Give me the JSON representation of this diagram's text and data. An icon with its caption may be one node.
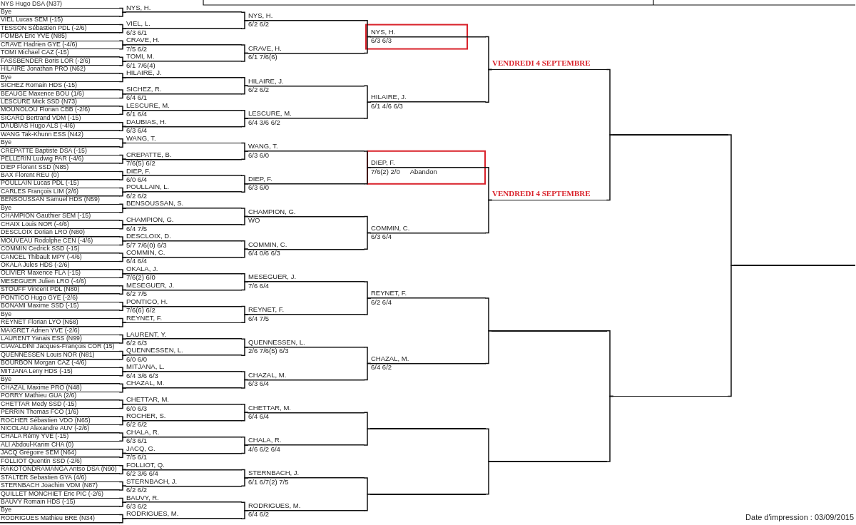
{
  "diagram": {
    "nodes": [
      {
        "text": [
          "NYS Hugo DSA (N37)"
        ]
      },
      {
        "text": [
          "Bye"
        ]
      },
      {
        "text": [
          "VIEL Lucas SEM (-15)"
        ]
      },
      {
        "text": [
          "TESSON Sébastien PDL (-2/6)"
        ]
      },
      {
        "text": [
          "FOMBA Eric YVE (N85)"
        ]
      },
      {
        "text": [
          "CRAVE Hadrien GYE (-4/6)"
        ]
      },
      {
        "text": [
          "TOMI Michael CAZ (-15)"
        ]
      },
      {
        "text": [
          "FASSBENDER Boris LOR (-2/6)"
        ]
      },
      {
        "text": [
          "HILAIRE Jonathan PRO (N62)"
        ]
      },
      {
        "text": [
          "Bye"
        ]
      },
      {
        "text": [
          "SICHEZ Romain HDS (-15)"
        ]
      },
      {
        "text": [
          "BEAUGE Maxence BOU (1/6)"
        ]
      },
      {
        "text": [
          "LESCURE Mick SSD (N73)"
        ]
      },
      {
        "text": [
          "MOUNOLOU Florian CBB (-2/6)"
        ]
      },
      {
        "text": [
          "SICARD Bertrand VDM (-15)"
        ]
      },
      {
        "text": [
          "DAUBIAS Hugo ALS (-4/6)"
        ]
      },
      {
        "text": [
          "WANG Tak-Khunn ESS (N42)"
        ]
      },
      {
        "text": [
          "Bye"
        ]
      },
      {
        "text": [
          "CREPATTE Baptiste DSA (-15)"
        ]
      },
      {
        "text": [
          "PELLERIN Ludwig PAR (-4/6)"
        ]
      },
      {
        "text": [
          "DIEP Florent SSD (N85)"
        ]
      },
      {
        "text": [
          "BAX Florent REU (0)"
        ]
      },
      {
        "text": [
          "POULLAIN Lucas PDL (-15)"
        ]
      },
      {
        "text": [
          "CARLES François LIM (2/6)"
        ]
      },
      {
        "text": [
          "BENSOUSSAN Samuel HDS (N59)"
        ]
      },
      {
        "text": [
          "Bye"
        ]
      },
      {
        "text": [
          "CHAMPION Gauthier SEM (-15)"
        ]
      },
      {
        "text": [
          "CHAIX Louis NOR (-4/6)"
        ]
      },
      {
        "text": [
          "DESCLOIX Dorian LRO (N80)"
        ]
      },
      {
        "text": [
          "MOUVEAU Rodolphe CEN (-4/6)"
        ]
      },
      {
        "text": [
          "COMMIN Cedrick SSD (-15)"
        ]
      },
      {
        "text": [
          "CANCEL Thibault MPY (-4/6)"
        ]
      },
      {
        "text": [
          "OKALA Jules HDS (-2/6)"
        ]
      },
      {
        "text": [
          "OLIVIER Maxence FLA (-15)"
        ]
      },
      {
        "text": [
          "MESEGUER Julien LRO (-4/6)"
        ]
      },
      {
        "text": [
          "STOUFF Vincent PDL (N80)"
        ]
      },
      {
        "text": [
          "PONTICO Hugo GYE (-2/6)"
        ]
      },
      {
        "text": [
          "BONAMI Maxime SSD (-15)"
        ]
      },
      {
        "text": [
          "Bye"
        ]
      },
      {
        "text": [
          "REYNET Florian LYO (N58)"
        ]
      },
      {
        "text": [
          "MAIGRET Adrien YVE (-2/6)"
        ]
      },
      {
        "text": [
          "LAURENT Yanais ESS (N99)"
        ]
      },
      {
        "text": [
          "CIAVALDINI Jacques-François COR (15)"
        ]
      },
      {
        "text": [
          "QUENNESSEN Louis NOR (N81)"
        ]
      },
      {
        "text": [
          "BOURBON Morgan CAZ (-4/6)"
        ]
      },
      {
        "text": [
          "MITJANA Leny HDS (-15)"
        ]
      },
      {
        "text": [
          "Bye"
        ]
      },
      {
        "text": [
          "CHAZAL Maxime PRO (N48)"
        ]
      },
      {
        "text": [
          "PORRY Mathieu GUA (2/6)"
        ]
      },
      {
        "text": [
          "CHETTAR Medy SSD (-15)"
        ]
      },
      {
        "text": [
          "PERRIN Thomas FCO (1/6)"
        ]
      },
      {
        "text": [
          "ROCHER Sébastien VDO (N65)"
        ]
      },
      {
        "text": [
          "NICOLAU Alexandre AUV (-2/6)"
        ]
      },
      {
        "text": [
          "CHALA Rémy YVE (-15)"
        ]
      },
      {
        "text": [
          "ALI Abdoul-Karim CHA (0)"
        ]
      },
      {
        "text": [
          "JACQ Grégoire SEM (N64)"
        ]
      },
      {
        "text": [
          "FOLLIOT Quentin SSD (-2/6)"
        ]
      },
      {
        "text": [
          "RAKOTONDRAMANGA Antso DSA (N90)"
        ]
      },
      {
        "text": [
          "STALTER Sebastien GYA (4/6)"
        ]
      },
      {
        "text": [
          "STERNBACH Joachim VDM (N87)"
        ]
      },
      {
        "text": [
          "QUILLET MONCHIET Eric PIC (-2/6)"
        ]
      },
      {
        "text": [
          "BAUVY Romain HDS (-15)"
        ]
      },
      {
        "text": [
          "Bye"
        ]
      },
      {
        "text": [
          "RODRIGUES Mathieu BRE (N34)"
        ]
      },
      {
        "text": [
          "NYS, H."
        ]
      },
      {
        "text": [
          "VIEL, L.",
          "6/3 6/1"
        ]
      },
      {
        "text": [
          "CRAVE, H.",
          "7/5 6/2"
        ]
      },
      {
        "text": [
          "TOMI, M.",
          "6/1 7/6(4)"
        ]
      },
      {
        "text": [
          "HILAIRE, J."
        ]
      },
      {
        "text": [
          "SICHEZ, R.",
          "6/4 6/1"
        ]
      },
      {
        "text": [
          "LESCURE, M.",
          "6/1 6/4"
        ]
      },
      {
        "text": [
          "DAUBIAS, H.",
          "6/3 6/4"
        ]
      },
      {
        "text": [
          "WANG, T."
        ]
      },
      {
        "text": [
          "CREPATTE, B.",
          "7/6(5) 6/2"
        ]
      },
      {
        "text": [
          "DIEP, F.",
          "6/0 6/4"
        ]
      },
      {
        "text": [
          "POULLAIN, L.",
          "6/2 6/2"
        ]
      },
      {
        "text": [
          "BENSOUSSAN, S."
        ]
      },
      {
        "text": [
          "CHAMPION, G.",
          "6/4 7/5"
        ]
      },
      {
        "text": [
          "DESCLOIX, D.",
          "5/7 7/6(0) 6/3"
        ]
      },
      {
        "text": [
          "COMMIN, C.",
          "6/4 6/4"
        ]
      },
      {
        "text": [
          "OKALA, J.",
          "7/6(2) 6/0"
        ]
      },
      {
        "text": [
          "MESEGUER, J.",
          "6/2 7/5"
        ]
      },
      {
        "text": [
          "PONTICO, H.",
          "7/6(6) 6/2"
        ]
      },
      {
        "text": [
          "REYNET, F."
        ]
      },
      {
        "text": [
          "LAURENT, Y.",
          "6/2 6/3"
        ]
      },
      {
        "text": [
          "QUENNESSEN, L.",
          "6/0 6/0"
        ]
      },
      {
        "text": [
          "MITJANA, L.",
          "6/4 3/6 6/3"
        ]
      },
      {
        "text": [
          "CHAZAL, M."
        ]
      },
      {
        "text": [
          "CHETTAR, M.",
          "6/0 6/3"
        ]
      },
      {
        "text": [
          "ROCHER, S.",
          "6/2 6/2"
        ]
      },
      {
        "text": [
          "CHALA, R.",
          "6/3 6/1"
        ]
      },
      {
        "text": [
          "JACQ, G.",
          "7/5 6/1"
        ]
      },
      {
        "text": [
          "FOLLIOT, Q.",
          "6/2 3/6 6/4"
        ]
      },
      {
        "text": [
          "STERNBACH, J.",
          "6/2 6/2"
        ]
      },
      {
        "text": [
          "BAUVY, R.",
          "6/3 6/2"
        ]
      },
      {
        "text": [
          "RODRIGUES, M."
        ]
      },
      {
        "text": [
          "NYS, H.",
          "6/2 6/2"
        ]
      },
      {
        "text": [
          "CRAVE, H.",
          "6/1 7/6(6)"
        ]
      },
      {
        "text": [
          "HILAIRE, J.",
          "6/2 6/2"
        ]
      },
      {
        "text": [
          "LESCURE, M.",
          "6/4 3/6 6/2"
        ]
      },
      {
        "text": [
          "WANG, T.",
          "6/3 6/0"
        ]
      },
      {
        "text": [
          "DIEP, F.",
          "6/3 6/0"
        ]
      },
      {
        "text": [
          "CHAMPION, G.",
          "WO"
        ]
      },
      {
        "text": [
          "COMMIN, C.",
          "6/4 0/6 6/3"
        ]
      },
      {
        "text": [
          "MESEGUER, J.",
          "7/6 6/4"
        ]
      },
      {
        "text": [
          "REYNET, F.",
          "6/4 7/5"
        ]
      },
      {
        "text": [
          "QUENNESSEN, L.",
          "2/6 7/6(5) 6/3"
        ]
      },
      {
        "text": [
          "CHAZAL, M.",
          "6/3 6/4"
        ]
      },
      {
        "text": [
          "CHETTAR, M.",
          "6/4 6/4"
        ]
      },
      {
        "text": [
          "CHALA, R.",
          "4/6 6/2 6/4"
        ]
      },
      {
        "text": [
          "STERNBACH, J.",
          "6/1 6/7(2) 7/5"
        ]
      },
      {
        "text": [
          "RODRIGUES, M.",
          "6/4 6/2"
        ]
      },
      {
        "text": [
          "NYS, H.",
          "6/3 6/3"
        ]
      },
      {
        "text": [
          "HILAIRE, J.",
          "6/1 4/6 6/3"
        ]
      },
      {
        "text": [
          "DIEP, F.",
          "7/6(2) 2/0",
          "Abandon"
        ]
      },
      {
        "text": [
          "COMMIN, C.",
          "6/3 6/4"
        ]
      },
      {
        "text": [
          "REYNET, F.",
          "6/2 6/4"
        ]
      },
      {
        "text": [
          "CHAZAL, M.",
          "6/4 6/2"
        ]
      },
      {
        "text": [],
        "shape": "line"
      },
      {
        "text": [],
        "shape": "line"
      },
      {
        "text": [
          "VENDREDI 4 SEPTEMBRE"
        ]
      },
      {
        "text": [
          "VENDREDI 4 SEPTEMBRE"
        ]
      },
      {
        "text": [],
        "shape": "line"
      },
      {
        "text": [],
        "shape": "line"
      },
      {
        "text": [],
        "shape": "line"
      },
      {
        "text": [],
        "shape": "line"
      },
      {
        "text": [],
        "shape": "line"
      }
    ],
    "edges": [
      {
        "from": 0,
        "to": 64,
        "arrow": "none"
      },
      {
        "from": 1,
        "to": 64,
        "arrow": "none"
      },
      {
        "from": 2,
        "to": 65,
        "arrow": "none"
      },
      {
        "from": 3,
        "to": 65,
        "arrow": "none"
      },
      {
        "from": 4,
        "to": 66,
        "arrow": "none"
      },
      {
        "from": 5,
        "to": 66,
        "arrow": "none"
      },
      {
        "from": 6,
        "to": 67,
        "arrow": "none"
      },
      {
        "from": 7,
        "to": 67,
        "arrow": "none"
      },
      {
        "from": 8,
        "to": 68,
        "arrow": "none"
      },
      {
        "from": 9,
        "to": 68,
        "arrow": "none"
      },
      {
        "from": 10,
        "to": 69,
        "arrow": "none"
      },
      {
        "from": 11,
        "to": 69,
        "arrow": "none"
      },
      {
        "from": 12,
        "to": 70,
        "arrow": "none"
      },
      {
        "from": 13,
        "to": 70,
        "arrow": "none"
      },
      {
        "from": 14,
        "to": 71,
        "arrow": "none"
      },
      {
        "from": 15,
        "to": 71,
        "arrow": "none"
      },
      {
        "from": 16,
        "to": 72,
        "arrow": "none"
      },
      {
        "from": 17,
        "to": 72,
        "arrow": "none"
      },
      {
        "from": 18,
        "to": 73,
        "arrow": "none"
      },
      {
        "from": 19,
        "to": 73,
        "arrow": "none"
      },
      {
        "from": 20,
        "to": 74,
        "arrow": "none"
      },
      {
        "from": 21,
        "to": 74,
        "arrow": "none"
      },
      {
        "from": 22,
        "to": 75,
        "arrow": "none"
      },
      {
        "from": 23,
        "to": 75,
        "arrow": "none"
      },
      {
        "from": 24,
        "to": 76,
        "arrow": "none"
      },
      {
        "from": 25,
        "to": 76,
        "arrow": "none"
      },
      {
        "from": 26,
        "to": 77,
        "arrow": "none"
      },
      {
        "from": 27,
        "to": 77,
        "arrow": "none"
      },
      {
        "from": 28,
        "to": 78,
        "arrow": "none"
      },
      {
        "from": 29,
        "to": 78,
        "arrow": "none"
      },
      {
        "from": 30,
        "to": 79,
        "arrow": "none"
      },
      {
        "from": 31,
        "to": 79,
        "arrow": "none"
      },
      {
        "from": 32,
        "to": 80,
        "arrow": "none"
      },
      {
        "from": 33,
        "to": 80,
        "arrow": "none"
      },
      {
        "from": 34,
        "to": 81,
        "arrow": "none"
      },
      {
        "from": 35,
        "to": 81,
        "arrow": "none"
      },
      {
        "from": 36,
        "to": 82,
        "arrow": "none"
      },
      {
        "from": 37,
        "to": 82,
        "arrow": "none"
      },
      {
        "from": 38,
        "to": 83,
        "arrow": "none"
      },
      {
        "from": 39,
        "to": 83,
        "arrow": "none"
      },
      {
        "from": 40,
        "to": 84,
        "arrow": "none"
      },
      {
        "from": 41,
        "to": 84,
        "arrow": "none"
      },
      {
        "from": 42,
        "to": 85,
        "arrow": "none"
      },
      {
        "from": 43,
        "to": 85,
        "arrow": "none"
      },
      {
        "from": 44,
        "to": 86,
        "arrow": "none"
      },
      {
        "from": 45,
        "to": 86,
        "arrow": "none"
      },
      {
        "from": 46,
        "to": 87,
        "arrow": "none"
      },
      {
        "from": 47,
        "to": 87,
        "arrow": "none"
      },
      {
        "from": 48,
        "to": 88,
        "arrow": "none"
      },
      {
        "from": 49,
        "to": 88,
        "arrow": "none"
      },
      {
        "from": 50,
        "to": 89,
        "arrow": "none"
      },
      {
        "from": 51,
        "to": 89,
        "arrow": "none"
      },
      {
        "from": 52,
        "to": 90,
        "arrow": "none"
      },
      {
        "from": 53,
        "to": 90,
        "arrow": "none"
      },
      {
        "from": 54,
        "to": 91,
        "arrow": "none"
      },
      {
        "from": 55,
        "to": 91,
        "arrow": "none"
      },
      {
        "from": 56,
        "to": 92,
        "arrow": "none"
      },
      {
        "from": 57,
        "to": 92,
        "arrow": "none"
      },
      {
        "from": 58,
        "to": 93,
        "arrow": "none"
      },
      {
        "from": 59,
        "to": 93,
        "arrow": "none"
      },
      {
        "from": 60,
        "to": 94,
        "arrow": "none"
      },
      {
        "from": 61,
        "to": 94,
        "arrow": "none"
      },
      {
        "from": 62,
        "to": 95,
        "arrow": "none"
      },
      {
        "from": 63,
        "to": 95,
        "arrow": "none"
      },
      {
        "from": 64,
        "to": 96,
        "arrow": "none"
      },
      {
        "from": 65,
        "to": 96,
        "arrow": "none"
      },
      {
        "from": 66,
        "to": 97,
        "arrow": "none"
      },
      {
        "from": 67,
        "to": 97,
        "arrow": "none"
      },
      {
        "from": 68,
        "to": 98,
        "arrow": "none"
      },
      {
        "from": 69,
        "to": 98,
        "arrow": "none"
      },
      {
        "from": 70,
        "to": 99,
        "arrow": "none"
      },
      {
        "from": 71,
        "to": 99,
        "arrow": "none"
      },
      {
        "from": 72,
        "to": 100,
        "arrow": "none"
      },
      {
        "from": 73,
        "to": 100,
        "arrow": "none"
      },
      {
        "from": 74,
        "to": 101,
        "arrow": "none"
      },
      {
        "from": 75,
        "to": 101,
        "arrow": "none"
      },
      {
        "from": 76,
        "to": 102,
        "arrow": "none"
      },
      {
        "from": 77,
        "to": 102,
        "arrow": "none"
      },
      {
        "from": 78,
        "to": 103,
        "arrow": "none"
      },
      {
        "from": 79,
        "to": 103,
        "arrow": "none"
      },
      {
        "from": 80,
        "to": 104,
        "arrow": "none"
      },
      {
        "from": 81,
        "to": 104,
        "arrow": "none"
      },
      {
        "from": 82,
        "to": 105,
        "arrow": "none"
      },
      {
        "from": 83,
        "to": 105,
        "arrow": "none"
      },
      {
        "from": 84,
        "to": 106,
        "arrow": "none"
      },
      {
        "from": 85,
        "to": 106,
        "arrow": "none"
      },
      {
        "from": 86,
        "to": 107,
        "arrow": "none"
      },
      {
        "from": 87,
        "to": 107,
        "arrow": "none"
      },
      {
        "from": 88,
        "to": 108,
        "arrow": "none"
      },
      {
        "from": 89,
        "to": 108,
        "arrow": "none"
      },
      {
        "from": 90,
        "to": 109,
        "arrow": "none"
      },
      {
        "from": 91,
        "to": 109,
        "arrow": "none"
      },
      {
        "from": 92,
        "to": 110,
        "arrow": "none"
      },
      {
        "from": 93,
        "to": 110,
        "arrow": "none"
      },
      {
        "from": 94,
        "to": 111,
        "arrow": "none"
      },
      {
        "from": 95,
        "to": 111,
        "arrow": "none"
      },
      {
        "from": 96,
        "to": 112,
        "arrow": "none"
      },
      {
        "from": 97,
        "to": 112,
        "arrow": "none"
      },
      {
        "from": 98,
        "to": 113,
        "arrow": "none"
      },
      {
        "from": 99,
        "to": 113,
        "arrow": "none"
      },
      {
        "from": 100,
        "to": 114,
        "arrow": "none"
      },
      {
        "from": 101,
        "to": 114,
        "arrow": "none"
      },
      {
        "from": 102,
        "to": 115,
        "arrow": "none"
      },
      {
        "from": 103,
        "to": 115,
        "arrow": "none"
      },
      {
        "from": 104,
        "to": 116,
        "arrow": "none"
      },
      {
        "from": 105,
        "to": 116,
        "arrow": "none"
      },
      {
        "from": 106,
        "to": 117,
        "arrow": "none"
      },
      {
        "from": 107,
        "to": 117,
        "arrow": "none"
      },
      {
        "from": 108,
        "to": 118,
        "arrow": "none"
      },
      {
        "from": 109,
        "to": 118,
        "arrow": "none"
      },
      {
        "from": 110,
        "to": 119,
        "arrow": "none"
      },
      {
        "from": 111,
        "to": 119,
        "arrow": "none"
      },
      {
        "from": 112,
        "to": 120,
        "arrow": "none"
      },
      {
        "from": 113,
        "to": 120,
        "arrow": "none"
      },
      {
        "from": 114,
        "to": 121,
        "arrow": "none"
      },
      {
        "from": 115,
        "to": 121,
        "arrow": "none"
      },
      {
        "from": 116,
        "to": 122,
        "arrow": "none"
      },
      {
        "from": 117,
        "to": 122,
        "arrow": "none"
      },
      {
        "from": 118,
        "to": 123,
        "arrow": "none"
      },
      {
        "from": 119,
        "to": 123,
        "arrow": "none"
      },
      {
        "from": 120,
        "to": 124,
        "arrow": "none"
      },
      {
        "from": 121,
        "to": 124,
        "arrow": "none"
      },
      {
        "from": 122,
        "to": 125,
        "arrow": "none"
      },
      {
        "from": 123,
        "to": 125,
        "arrow": "none"
      },
      {
        "from": 124,
        "to": 126,
        "arrow": "none"
      },
      {
        "from": 125,
        "to": 126,
        "arrow": "none"
      }
    ],
    "labels": [
      "Date d'impression : 03/09/2015"
    ]
  }
}
